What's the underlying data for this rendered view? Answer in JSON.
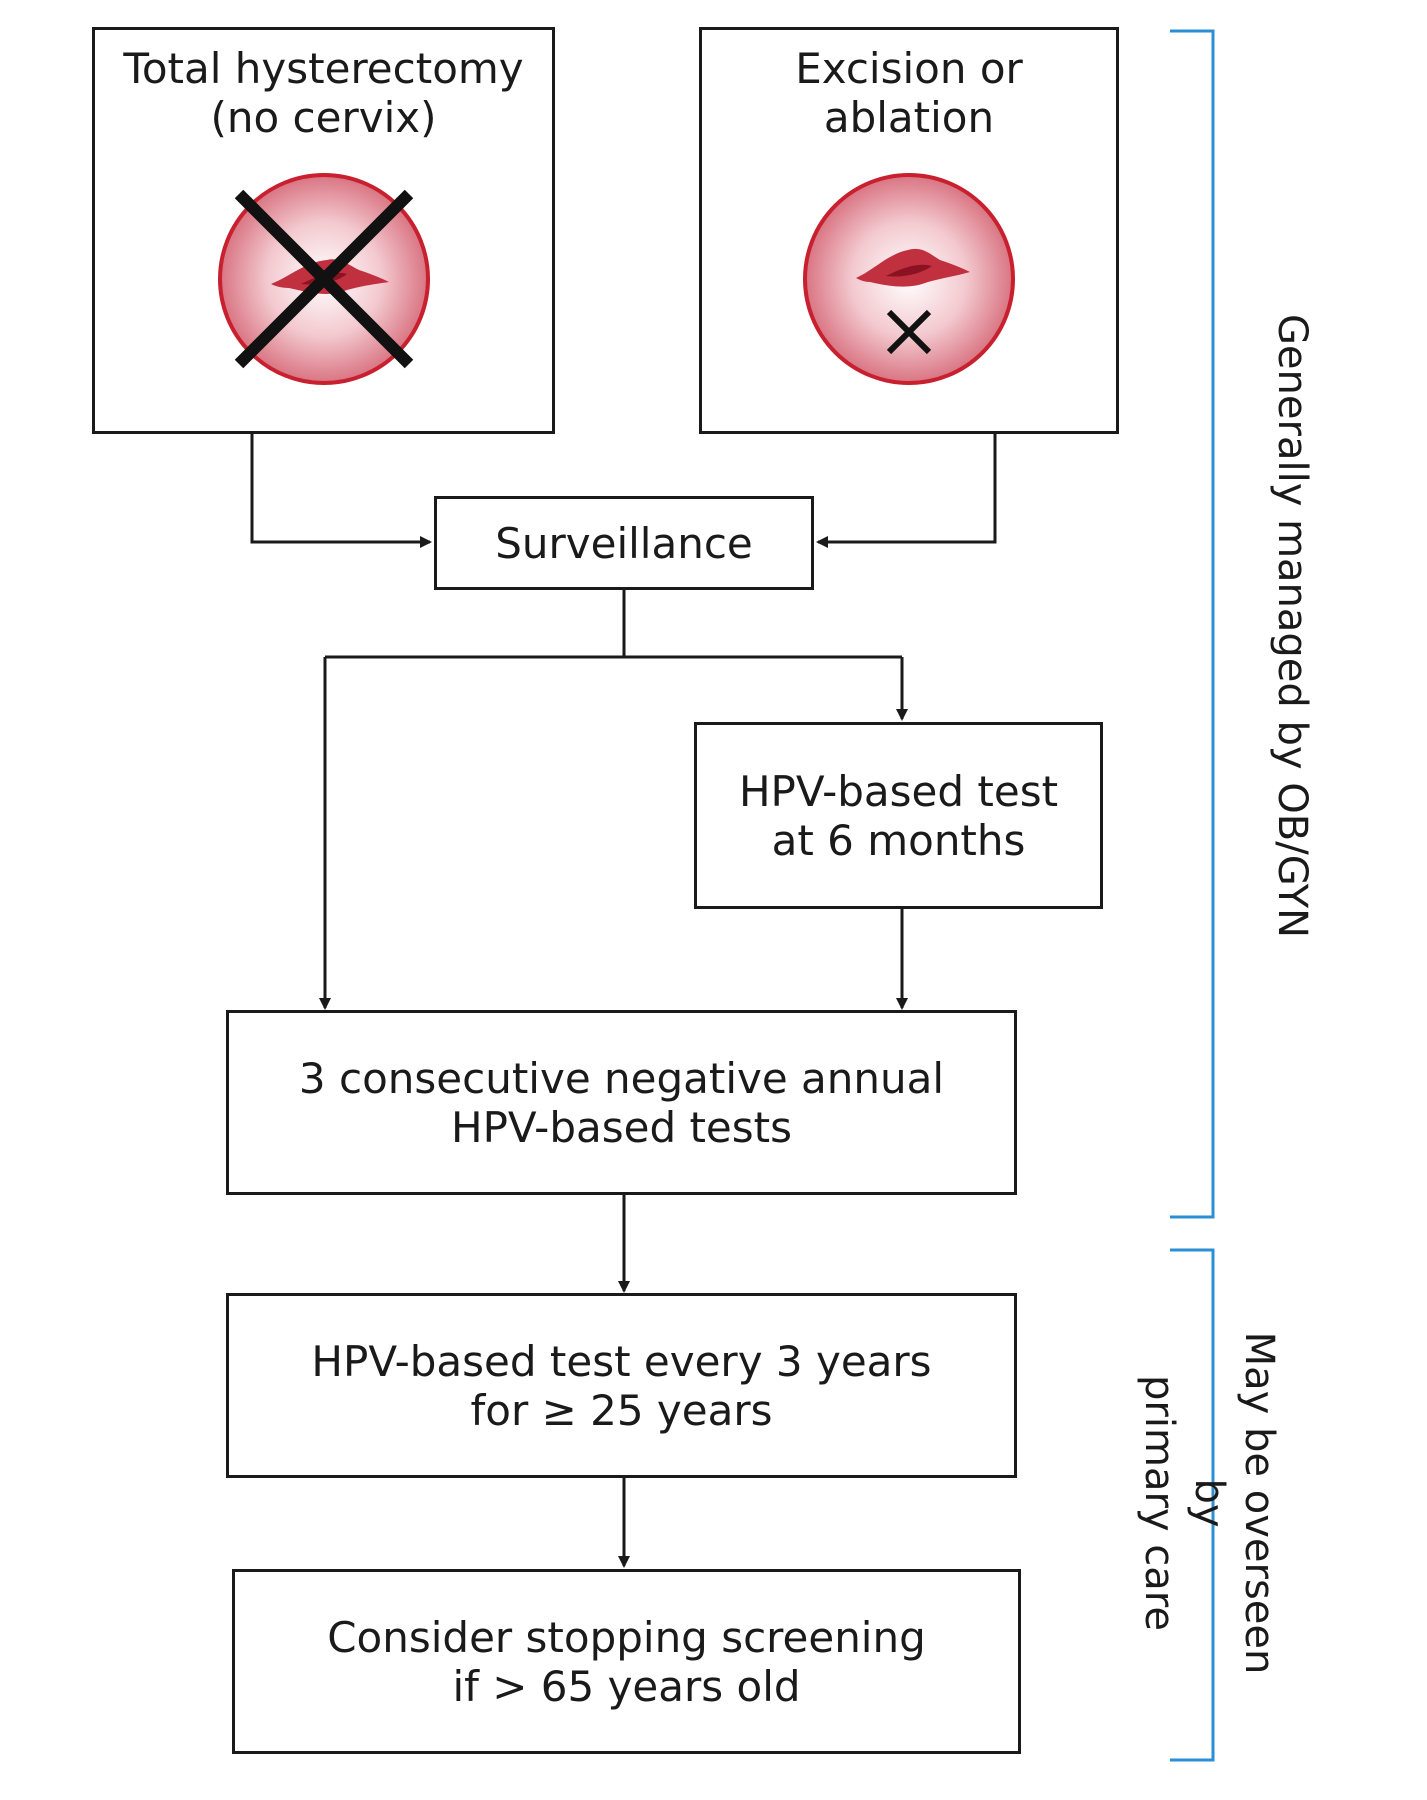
{
  "nodes": {
    "hysterectomy": "Total hysterectomy\n(no cervix)",
    "excision": "Excision or\nablation",
    "surveillance": "Surveillance",
    "hpv_6_months": "HPV-based test\nat 6 months",
    "three_negative": "3 consecutive negative annual\nHPV-based tests",
    "hpv_every_3": "HPV-based test every 3 years\nfor ≥ 25 years",
    "consider_stopping": "Consider stopping screening\nif > 65 years old"
  },
  "brackets": {
    "obgyn": "Generally managed by OB/GYN",
    "primary_care": "May be overseen by\nprimary care"
  },
  "icons": {
    "hysterectomy_icon": "cervix-crossed-out-icon",
    "excision_icon": "cervix-lesion-small-x-icon"
  },
  "colors": {
    "bracket": "#2a8fd4",
    "lesion": "#b8283a",
    "circle_border": "#c8202e",
    "line": "#1a1a1a"
  }
}
